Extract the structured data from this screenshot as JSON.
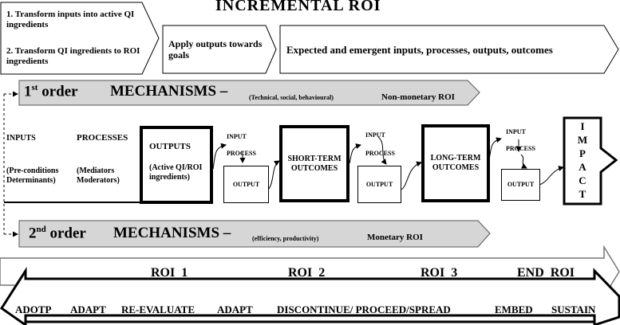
{
  "title": "INCREMENTAL ROI",
  "top_arrows": {
    "steps": {
      "step1": "1.   Transform inputs into active QI ingredients",
      "step2": "2. Transform QI ingredients to ROI ingredients"
    },
    "apply": "Apply outputs towards goals",
    "expected": "Expected and emergent inputs, processes, outputs, outcomes"
  },
  "first_order": {
    "sup": "st",
    "prefix": "1",
    "order_word": "order",
    "mechanisms": "MECHANISMS –",
    "types": "(Technical, social, behavioural)",
    "roi_type": "Non-monetary ROI"
  },
  "second_order": {
    "sup": "nd",
    "prefix": "2",
    "order_word": "order",
    "mechanisms": "MECHANISMS –",
    "types": "(efficiency, productivity)",
    "roi_type": "Monetary ROI"
  },
  "flow": {
    "inputs": "INPUTS",
    "inputs_sub": "(Pre-conditions\nDeterminants)",
    "processes": "PROCESSES",
    "processes_sub": "(Mediators\nModerators)",
    "outputs": "OUTPUTS",
    "outputs_sub": "(Active QI/ROI\ningredients)",
    "mini_input": "INPUT",
    "mini_process": "PROCESS",
    "mini_output": "OUTPUT",
    "short_term": "SHORT-TERM OUTCOMES",
    "long_term": "LONG-TERM OUTCOMES",
    "impact": [
      "I",
      "M",
      "P",
      "A",
      "C",
      "T"
    ]
  },
  "roi_labels": [
    "ROI  1",
    "ROI  2",
    "ROI  3",
    "END  ROI"
  ],
  "actions": [
    "ADOTP",
    "ADAPT",
    "RE-EVALUATE",
    "ADAPT",
    "DISCONTINUE/ PROCEED/SPREAD",
    "EMBED",
    "SUSTAIN"
  ]
}
